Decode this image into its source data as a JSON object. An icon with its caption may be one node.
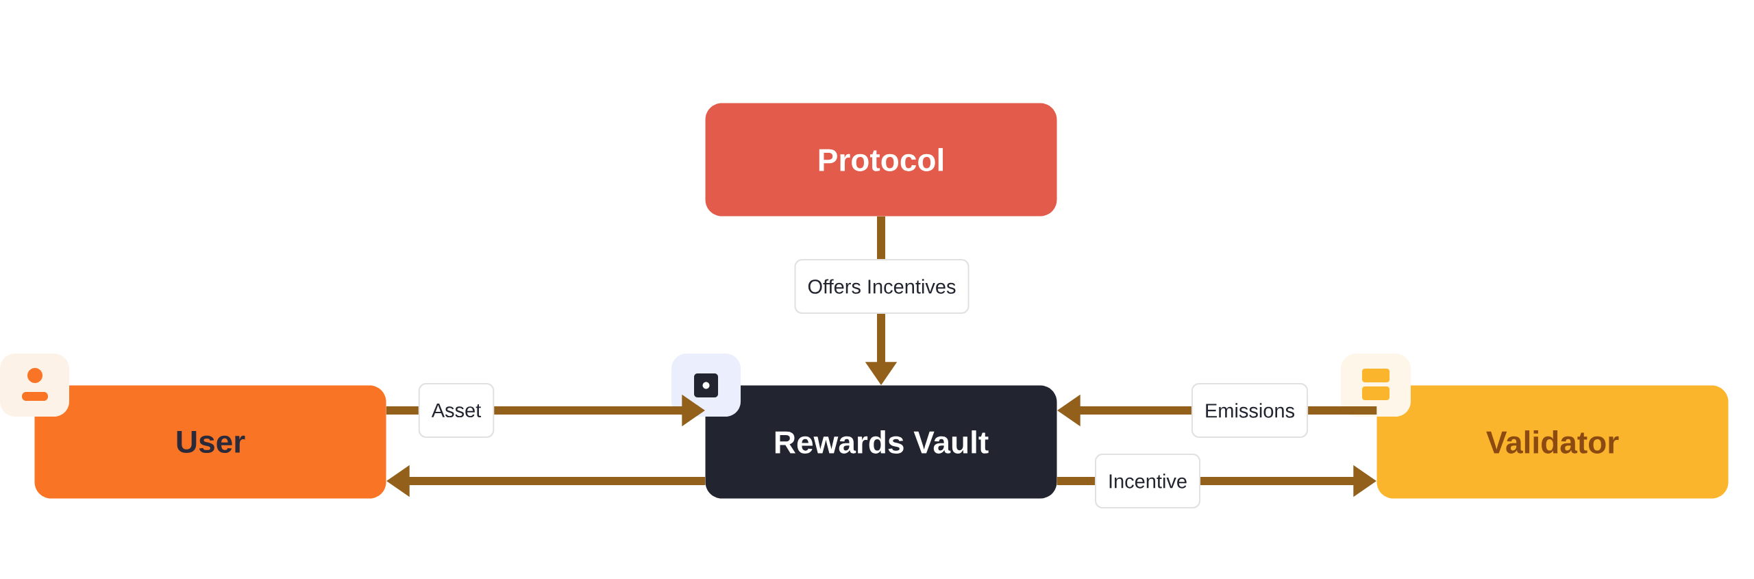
{
  "diagram": {
    "nodes": [
      {
        "text": [
          "Protocol"
        ]
      },
      {
        "text": [
          "User"
        ]
      },
      {
        "text": [
          "Rewards Vault"
        ]
      },
      {
        "text": [
          "Validator"
        ]
      }
    ],
    "edges": [
      {
        "from": 0,
        "to": 2,
        "arrow": "to",
        "label": "Offers Incentives"
      },
      {
        "from": 1,
        "to": 2,
        "arrow": "to",
        "label": "Asset"
      },
      {
        "from": 2,
        "to": 1,
        "arrow": "to"
      },
      {
        "from": 3,
        "to": 2,
        "arrow": "to",
        "label": "Emissions"
      },
      {
        "from": 2,
        "to": 3,
        "arrow": "to",
        "label": "Incentive"
      }
    ]
  }
}
